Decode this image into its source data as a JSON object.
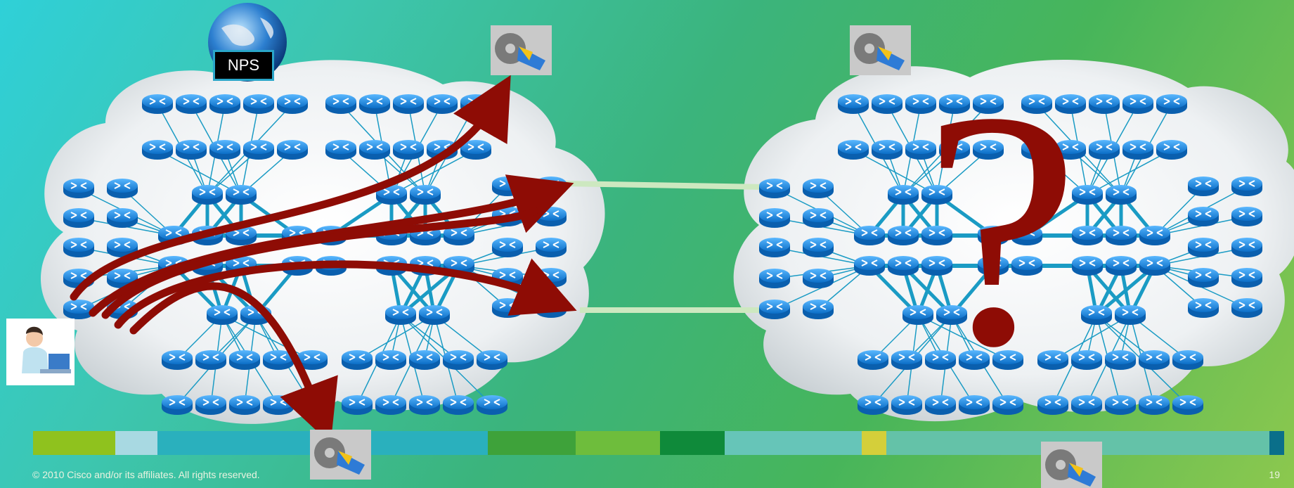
{
  "nps_label": "NPS",
  "question_mark": "?",
  "footer": "© 2010 Cisco and/or its affiliates. All rights reserved.",
  "page_number": "19",
  "colors": {
    "arrow": "#8e0c05",
    "router": "#1e8fe0",
    "link": "#1a9bc4",
    "cloud": "#f2f4f5",
    "interconnect": "#cde8c0"
  },
  "icons": [
    "globe-icon",
    "media-player-icon",
    "user-at-laptop-icon",
    "router-icon"
  ]
}
